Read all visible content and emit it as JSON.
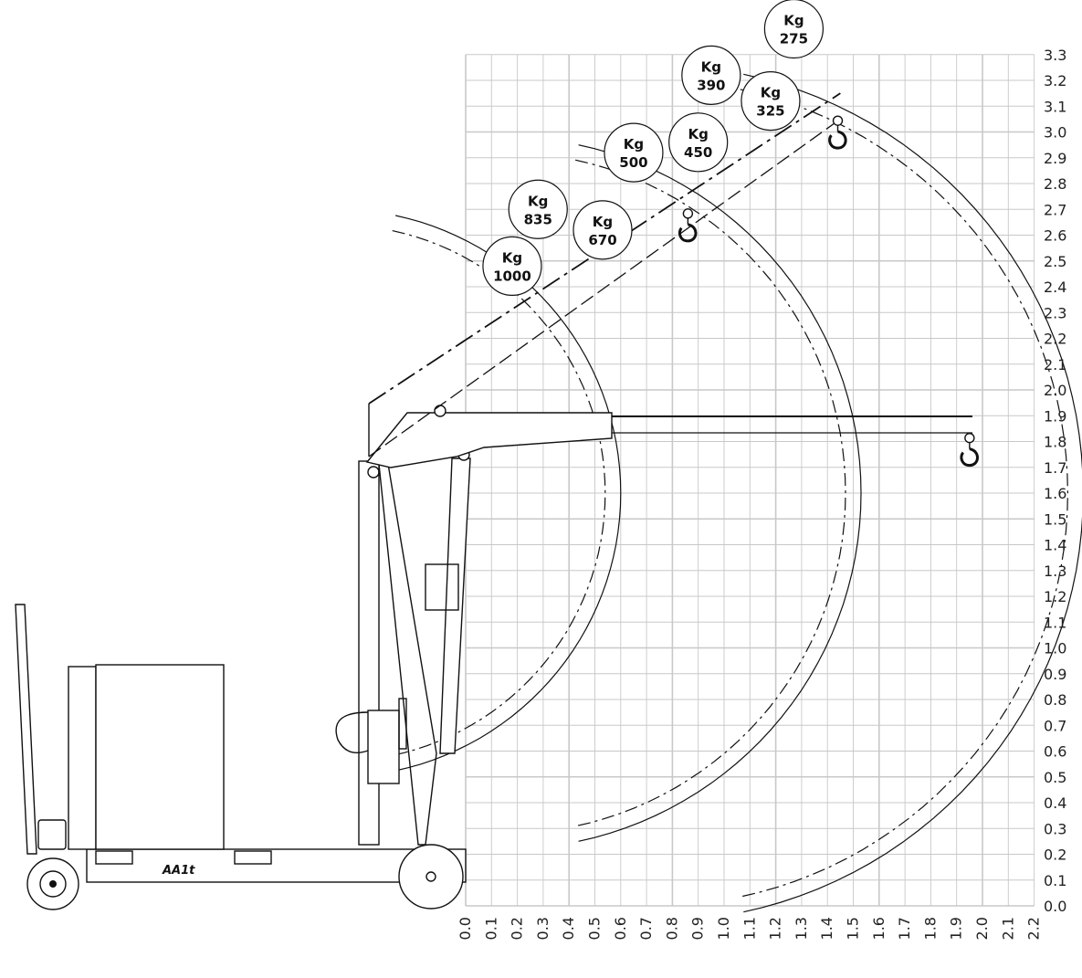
{
  "diagram": {
    "axes": {
      "x": {
        "min": 0.0,
        "max": 2.2,
        "step": 0.1,
        "tick_labels": [
          "0.0",
          "0.1",
          "0.2",
          "0.3",
          "0.4",
          "0.5",
          "0.6",
          "0.7",
          "0.8",
          "0.9",
          "1.0",
          "1.1",
          "1.2",
          "1.3",
          "1.4",
          "1.5",
          "1.6",
          "1.7",
          "1.8",
          "1.9",
          "2.0",
          "2.1",
          "2.2"
        ]
      },
      "y": {
        "min": 0.0,
        "max": 3.3,
        "step": 0.1,
        "tick_labels": [
          "0.0",
          "0.1",
          "0.2",
          "0.3",
          "0.4",
          "0.5",
          "0.6",
          "0.7",
          "0.8",
          "0.9",
          "1.0",
          "1.1",
          "1.2",
          "1.3",
          "1.4",
          "1.5",
          "1.6",
          "1.7",
          "1.8",
          "1.9",
          "2.0",
          "2.1",
          "2.2",
          "2.3",
          "2.4",
          "2.5",
          "2.6",
          "2.7",
          "2.8",
          "2.9",
          "3.0",
          "3.1",
          "3.2",
          "3.3"
        ]
      },
      "grid": true
    },
    "capacities": [
      {
        "unit": "Kg",
        "value": "1000",
        "x": 0.18,
        "y": 2.48
      },
      {
        "unit": "Kg",
        "value": "835",
        "x": 0.28,
        "y": 2.7
      },
      {
        "unit": "Kg",
        "value": "670",
        "x": 0.53,
        "y": 2.62
      },
      {
        "unit": "Kg",
        "value": "500",
        "x": 0.65,
        "y": 2.92
      },
      {
        "unit": "Kg",
        "value": "450",
        "x": 0.9,
        "y": 2.96
      },
      {
        "unit": "Kg",
        "value": "390",
        "x": 0.95,
        "y": 3.22
      },
      {
        "unit": "Kg",
        "value": "325",
        "x": 1.18,
        "y": 3.12
      },
      {
        "unit": "Kg",
        "value": "275",
        "x": 1.27,
        "y": 3.4
      }
    ],
    "boom_positions": [
      {
        "name": "low",
        "hooks": [
          {
            "x": 1.95,
            "y": 1.75
          }
        ]
      },
      {
        "name": "high",
        "hooks": [
          {
            "x": 0.86,
            "y": 2.62
          },
          {
            "x": 1.44,
            "y": 2.98
          }
        ]
      }
    ],
    "reach_arcs": [
      {
        "cx": -0.5,
        "cy": 1.6,
        "r": 1.1
      },
      {
        "cx": -0.5,
        "cy": 1.6,
        "r": 1.04
      },
      {
        "cx": 0.15,
        "cy": 1.6,
        "r": 1.38
      },
      {
        "cx": 0.15,
        "cy": 1.6,
        "r": 1.32
      },
      {
        "cx": 0.73,
        "cy": 1.6,
        "r": 1.66
      },
      {
        "cx": 0.73,
        "cy": 1.6,
        "r": 1.6
      }
    ],
    "machine_label": "AA1t"
  },
  "colors": {
    "grid": "#c8c8c8",
    "line": "#111111",
    "background": "#ffffff"
  }
}
